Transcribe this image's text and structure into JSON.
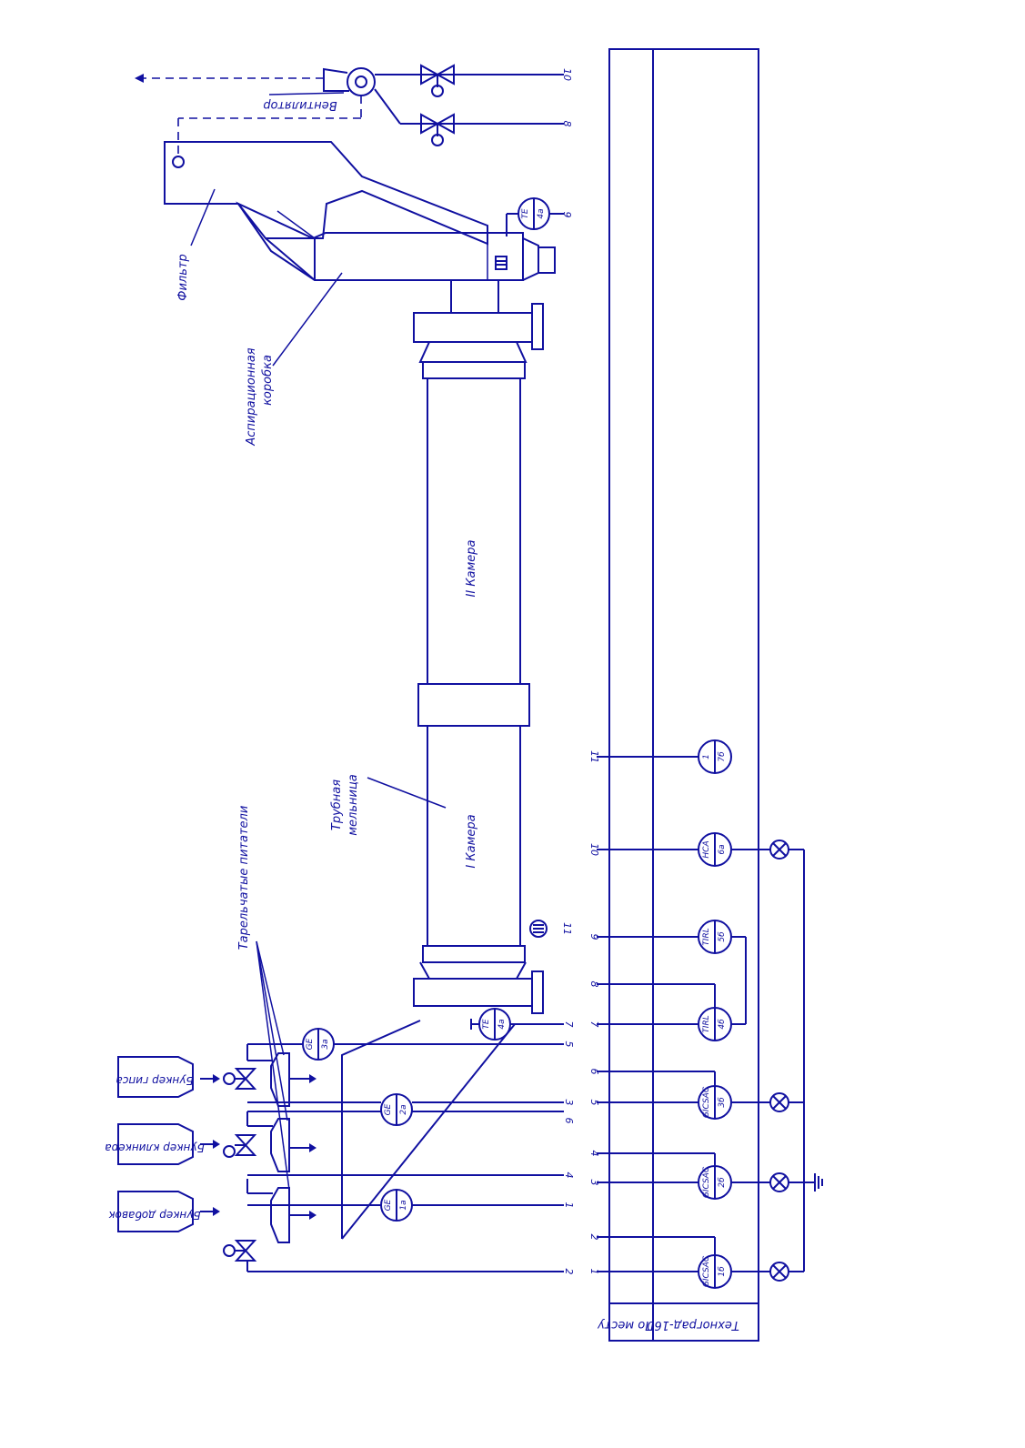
{
  "labels": {
    "ventilator": "Вентилятор",
    "filter": "Фильтр",
    "aspiration_box_1": "Аспирационная",
    "aspiration_box_2": "коробка",
    "camera_2": "II Камера",
    "camera_1": "I Камера",
    "mill_1": "Трубная",
    "mill_2": "мельница",
    "plate_feeders": "Тарельчатые питатели",
    "bunker_gypsum": "Бункер гипса",
    "bunker_clinker": "Бункер клинкера",
    "bunker_additives": "Бункер добавок"
  },
  "table": {
    "row_local": "По месту",
    "row_board": "Техноград-160"
  },
  "instruments": [
    {
      "code": "TE",
      "pos": "4а"
    },
    {
      "code": "1",
      "pos": "7б"
    },
    {
      "code": "HCA",
      "pos": "6а"
    },
    {
      "code": "TIRL",
      "pos": "5б"
    },
    {
      "code": "TIRL",
      "pos": "4б"
    },
    {
      "code": "GICSAC",
      "pos": "3б"
    },
    {
      "code": "GICSAC",
      "pos": "2б"
    },
    {
      "code": "GICSAC",
      "pos": "1б"
    },
    {
      "code": "GE",
      "pos": "3а"
    },
    {
      "code": "GE",
      "pos": "2а"
    },
    {
      "code": "GE",
      "pos": "1а"
    },
    {
      "code": "TE",
      "pos": "4а"
    }
  ],
  "wire_numbers": {
    "top": [
      "10",
      "8",
      "9"
    ],
    "left": [
      "5",
      "3",
      "6",
      "4",
      "1",
      "2",
      "7",
      "11"
    ],
    "right": [
      "11",
      "10",
      "9",
      "8",
      "7",
      "6",
      "5",
      "4",
      "3",
      "2",
      "1"
    ]
  }
}
